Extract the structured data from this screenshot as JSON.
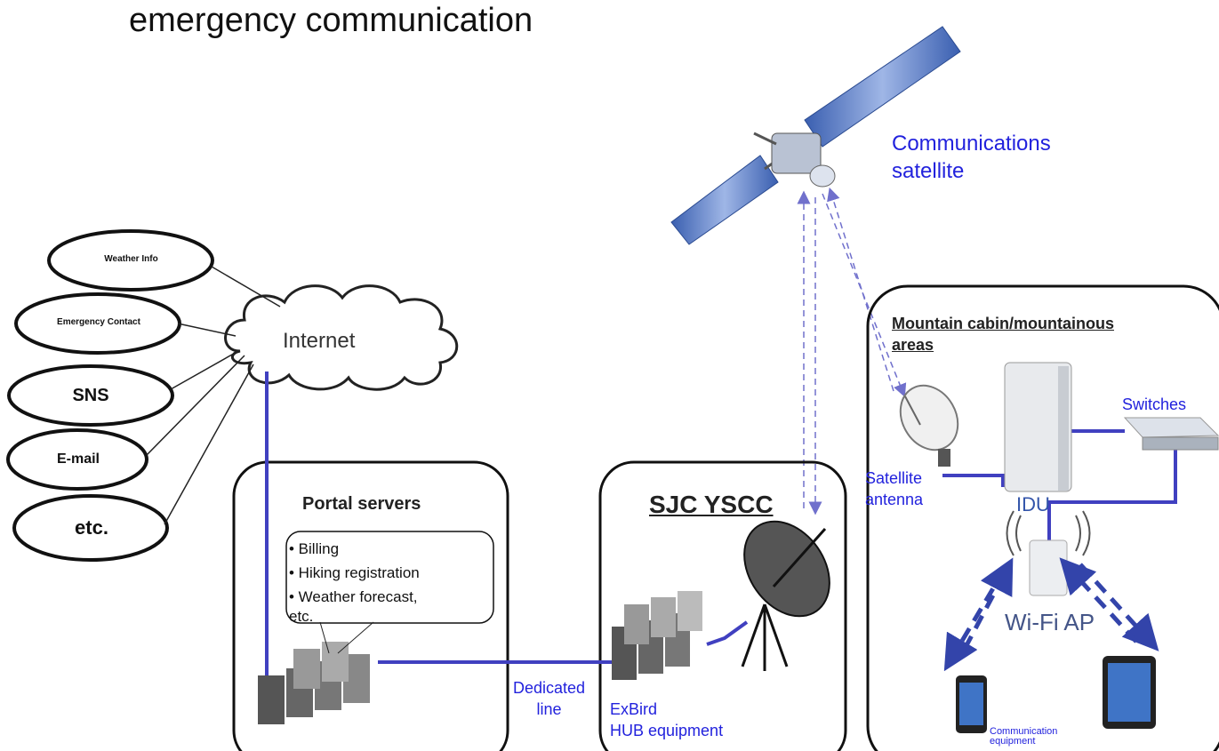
{
  "title": "emergency communication",
  "satellite": {
    "label_line1": "Communications",
    "label_line2": "satellite"
  },
  "internet": {
    "label": "Internet"
  },
  "services": [
    "Weather  Info",
    "Emergency  Contact",
    "SNS",
    "E-mail",
    "etc."
  ],
  "portal": {
    "title": "Portal servers",
    "items": [
      "• Billing",
      "• Hiking registration",
      "• Weather forecast,",
      "etc."
    ]
  },
  "sjc": {
    "title": "SJC YSCC"
  },
  "hub": {
    "line1": "ExBird",
    "line2": "HUB equipment"
  },
  "dedicated_line": {
    "line1": "Dedicated",
    "line2": "line"
  },
  "cabin": {
    "title_line1": "Mountain cabin/mountainous",
    "title_line2": "areas",
    "antenna_line1": "Satellite",
    "antenna_line2": "antenna",
    "idu": "IDU",
    "switches": "Switches",
    "wifi": "Wi-Fi AP",
    "comm_line1": "Communication",
    "comm_line2": "equipment"
  },
  "colors": {
    "link": "#4040c0",
    "label_blue": "#2222dd",
    "dashed": "#7070cc"
  }
}
